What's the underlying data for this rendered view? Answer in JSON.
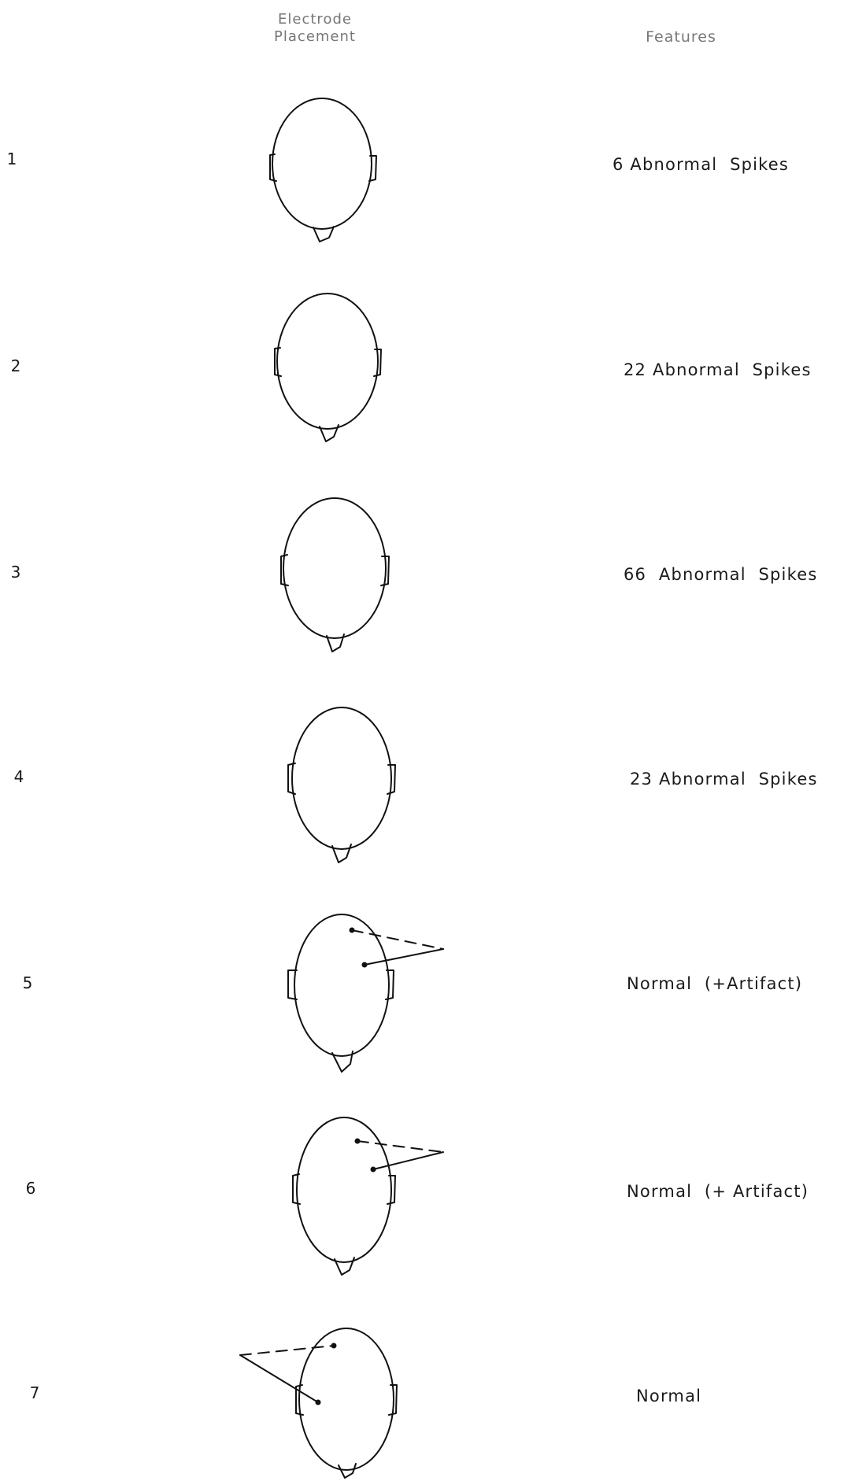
{
  "header": {
    "placement_line1": "Electrode",
    "placement_line2": "Placement",
    "features": "Features"
  },
  "rows": [
    {
      "number": "1",
      "feature": "6 Abnormal  Spikes",
      "electrodes": false
    },
    {
      "number": "2",
      "feature": "22 Abnormal  Spikes",
      "electrodes": false
    },
    {
      "number": "3",
      "feature": "66  Abnormal  Spikes",
      "electrodes": false
    },
    {
      "number": "4",
      "feature": "23 Abnormal  Spikes",
      "electrodes": false
    },
    {
      "number": "5",
      "feature": "Normal  (+Artifact)",
      "electrodes": true
    },
    {
      "number": "6",
      "feature": "Normal  (+ Artifact)",
      "electrodes": true
    },
    {
      "number": "7",
      "feature": "Normal",
      "electrodes": true
    }
  ]
}
